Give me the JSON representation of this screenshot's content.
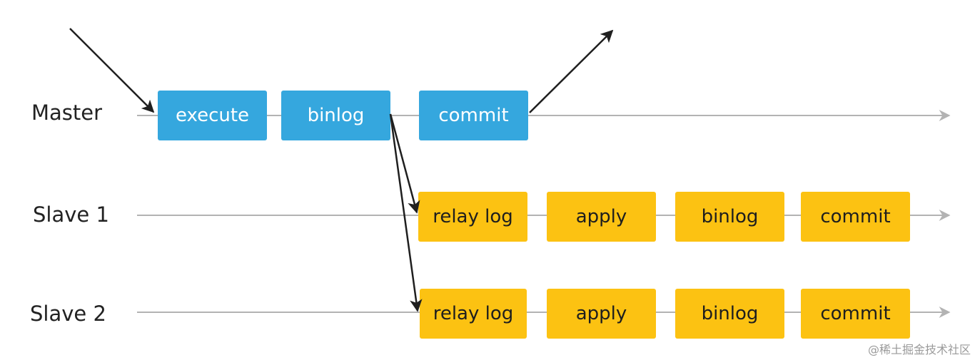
{
  "colors": {
    "master_box": "#35a7de",
    "slave_box": "#fcc212",
    "timeline": "#b3b3b3",
    "arrow": "#1f1f1f"
  },
  "rows": {
    "master": {
      "label": "Master",
      "steps": [
        "execute",
        "binlog",
        "commit"
      ]
    },
    "slave1": {
      "label": "Slave 1",
      "steps": [
        "relay log",
        "apply",
        "binlog",
        "commit"
      ]
    },
    "slave2": {
      "label": "Slave 2",
      "steps": [
        "relay log",
        "apply",
        "binlog",
        "commit"
      ]
    }
  },
  "watermark": "@稀土掘金技术社区"
}
